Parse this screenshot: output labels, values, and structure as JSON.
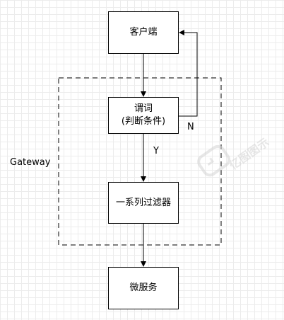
{
  "nodes": {
    "client": "客户端",
    "predicate_line1": "谓词",
    "predicate_line2": "(判断条件)",
    "filters": "一系列过滤器",
    "microservice": "微服务"
  },
  "container_label": "Gateway",
  "edge_labels": {
    "yes": "Y",
    "no": "N"
  },
  "watermark": {
    "text": "亿图图示",
    "icon": "edraw-logo-icon",
    "color": "#d4d4d4"
  }
}
